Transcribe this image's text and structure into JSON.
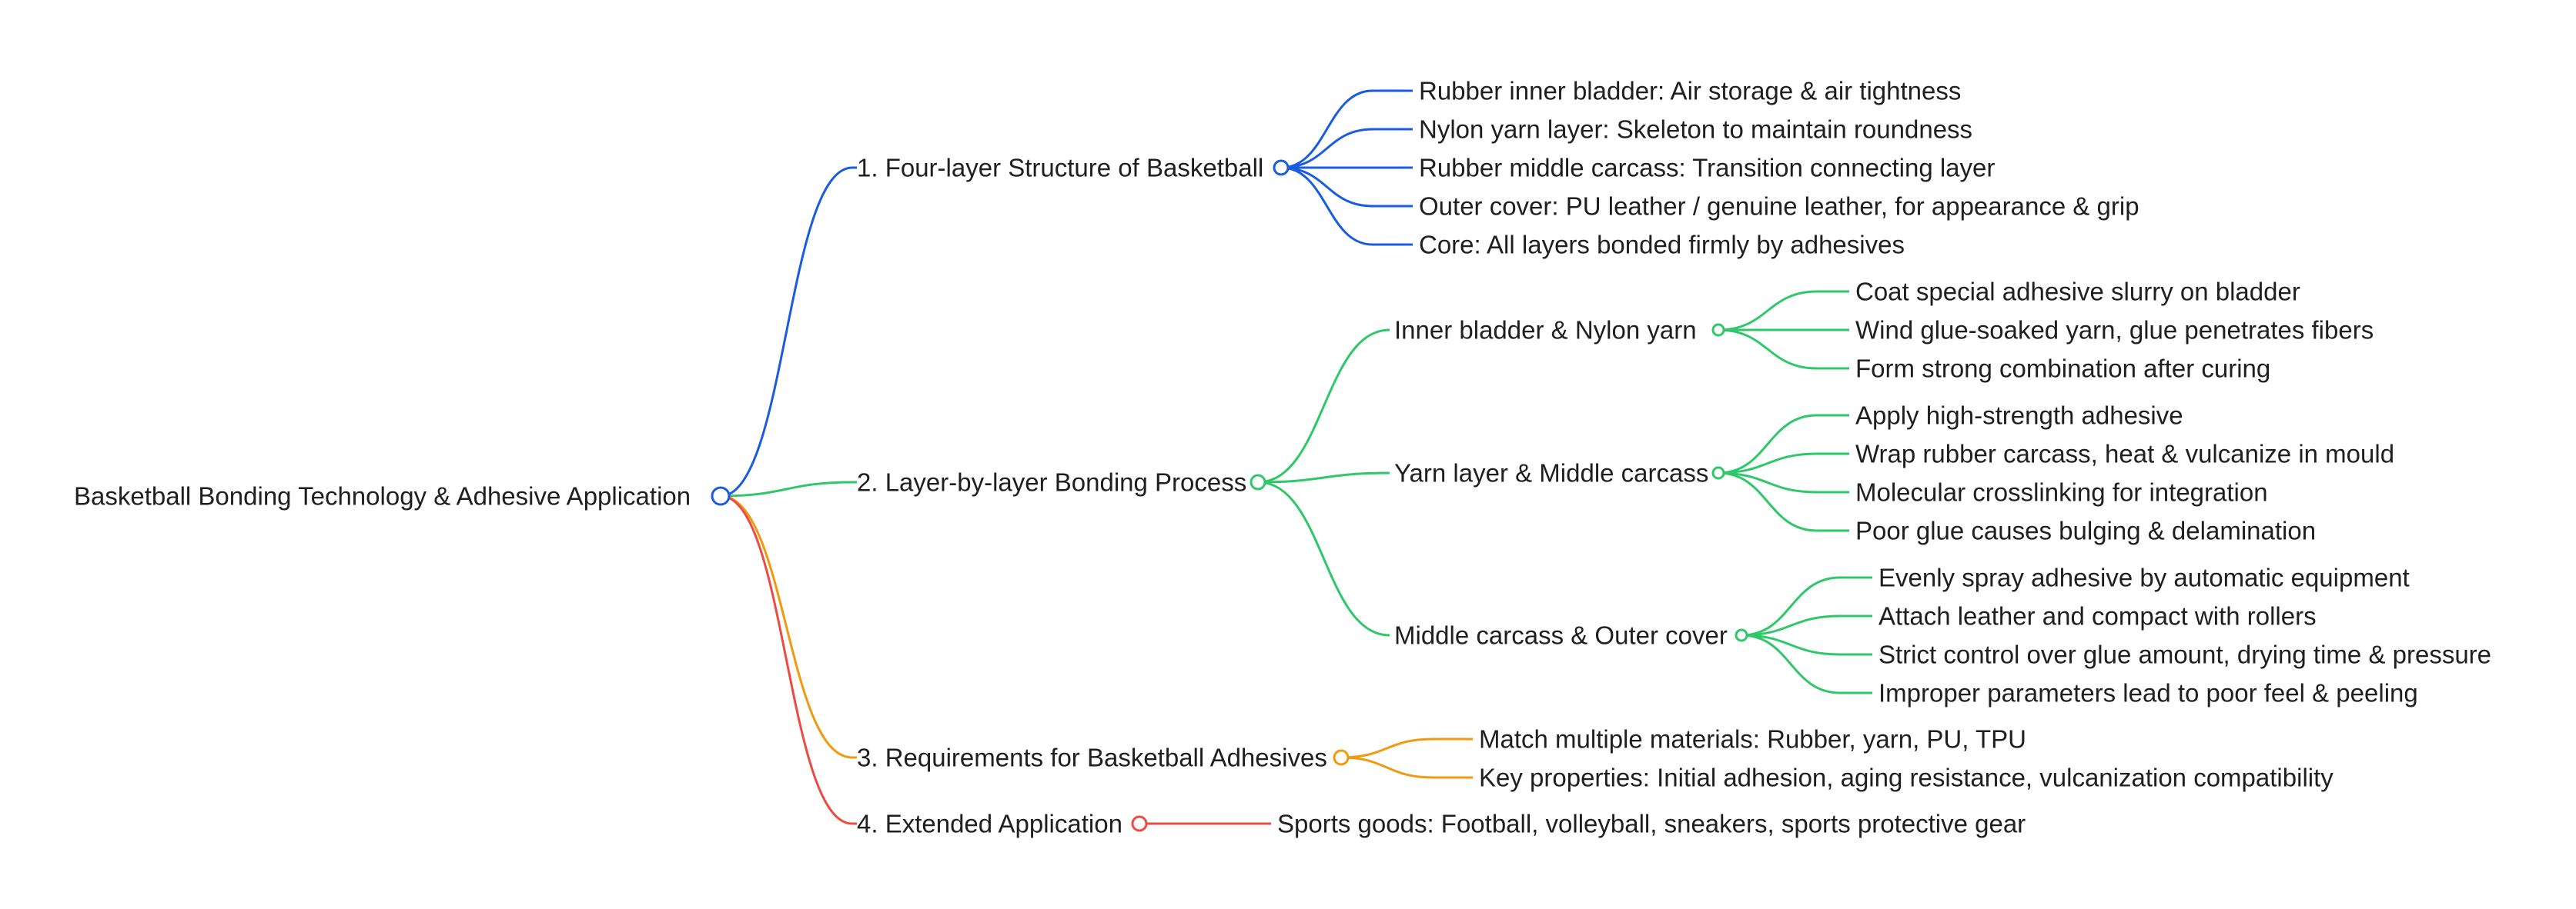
{
  "colors": {
    "blue": "#1a5ce0",
    "green": "#2ec86a",
    "orange": "#f09a10",
    "red": "#ee4a44",
    "text": "#1f1f1f"
  },
  "root": {
    "label": "Basketball Bonding Technology & Adhesive Application"
  },
  "branches": [
    {
      "label": "1. Four-layer Structure of Basketball",
      "color": "blue",
      "children": [
        {
          "label": "Rubber inner bladder: Air storage & air tightness"
        },
        {
          "label": "Nylon yarn layer: Skeleton to maintain roundness"
        },
        {
          "label": "Rubber middle carcass: Transition connecting layer"
        },
        {
          "label": "Outer cover: PU leather / genuine leather, for appearance & grip"
        },
        {
          "label": "Core: All layers bonded firmly by adhesives"
        }
      ]
    },
    {
      "label": "2. Layer-by-layer Bonding Process",
      "color": "green",
      "children": [
        {
          "label": "Inner bladder & Nylon yarn",
          "children": [
            {
              "label": "Coat special adhesive slurry on bladder"
            },
            {
              "label": "Wind glue-soaked yarn, glue penetrates fibers"
            },
            {
              "label": "Form strong combination after curing"
            }
          ]
        },
        {
          "label": "Yarn layer & Middle carcass",
          "children": [
            {
              "label": "Apply high-strength adhesive"
            },
            {
              "label": "Wrap rubber carcass, heat & vulcanize in mould"
            },
            {
              "label": "Molecular crosslinking for integration"
            },
            {
              "label": "Poor glue causes bulging & delamination"
            }
          ]
        },
        {
          "label": "Middle carcass & Outer cover",
          "children": [
            {
              "label": "Evenly spray adhesive by automatic equipment"
            },
            {
              "label": "Attach leather and compact with rollers"
            },
            {
              "label": "Strict control over glue amount, drying time & pressure"
            },
            {
              "label": "Improper parameters lead to poor feel & peeling"
            }
          ]
        }
      ]
    },
    {
      "label": "3. Requirements for Basketball Adhesives",
      "color": "orange",
      "children": [
        {
          "label": "Match multiple materials: Rubber, yarn, PU, TPU"
        },
        {
          "label": "Key properties: Initial adhesion, aging resistance, vulcanization compatibility"
        }
      ]
    },
    {
      "label": "4. Extended Application",
      "color": "red",
      "children": [
        {
          "label": "Sports goods: Football, volleyball, sneakers, sports protective gear"
        }
      ]
    }
  ]
}
